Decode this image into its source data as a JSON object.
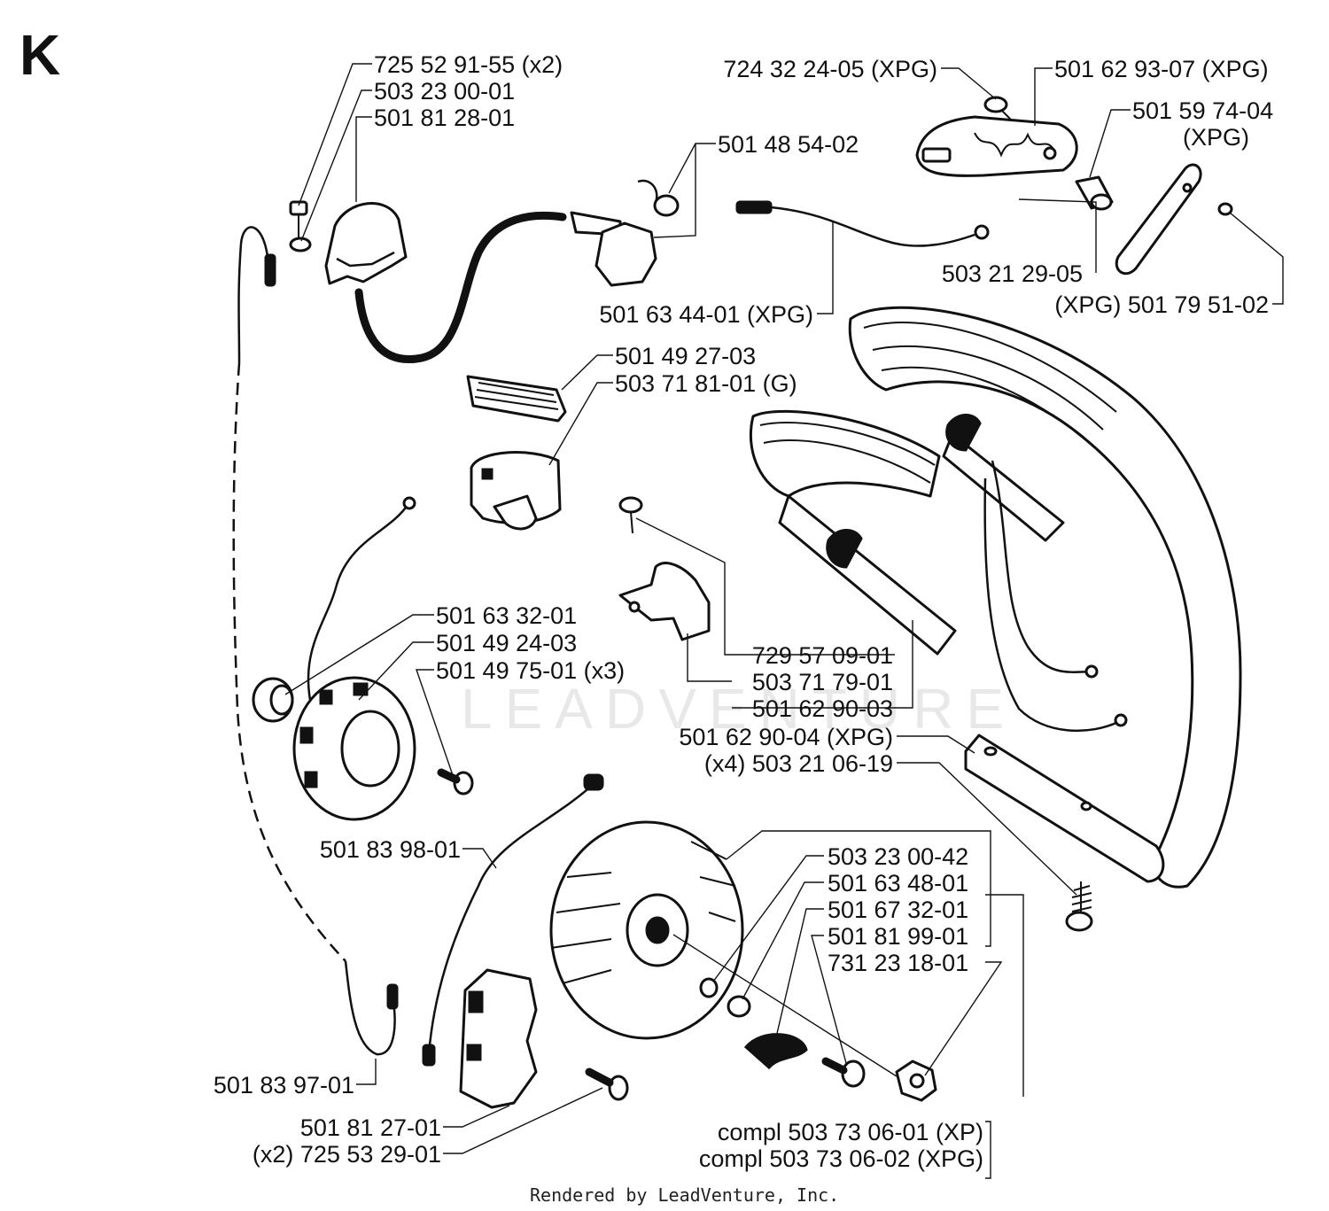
{
  "diagram": {
    "section_letter": "K",
    "watermark": "LEADVENTURE",
    "footer": "Rendered by LeadVenture, Inc.",
    "labels": [
      {
        "id": "l01",
        "text": "725 52 91-55 (x2)"
      },
      {
        "id": "l02",
        "text": "503 23 00-01"
      },
      {
        "id": "l03",
        "text": "501 81 28-01"
      },
      {
        "id": "l04",
        "text": "724 32 24-05 (XPG)"
      },
      {
        "id": "l05",
        "text": "501 62 93-07 (XPG)"
      },
      {
        "id": "l06",
        "text": "501 59 74-04"
      },
      {
        "id": "l07",
        "text": "(XPG)"
      },
      {
        "id": "l08",
        "text": "501 48 54-02"
      },
      {
        "id": "l09",
        "text": "503 21 29-05"
      },
      {
        "id": "l10",
        "text": "(XPG) 501 79 51-02"
      },
      {
        "id": "l11",
        "text": "501 63 44-01 (XPG)"
      },
      {
        "id": "l12",
        "text": "501 49 27-03"
      },
      {
        "id": "l13",
        "text": "503 71 81-01 (G)"
      },
      {
        "id": "l14",
        "text": "501 63 32-01"
      },
      {
        "id": "l15",
        "text": "501 49 24-03"
      },
      {
        "id": "l16",
        "text": "501 49 75-01 (x3)"
      },
      {
        "id": "l17",
        "text": "729 57 09-01"
      },
      {
        "id": "l18",
        "text": "503 71 79-01"
      },
      {
        "id": "l19",
        "text": "501 62 90-03"
      },
      {
        "id": "l20",
        "text": "501 62 90-04 (XPG)"
      },
      {
        "id": "l21",
        "text": "(x4) 503 21 06-19"
      },
      {
        "id": "l22",
        "text": "501 83 98-01"
      },
      {
        "id": "l23",
        "text": "503 23 00-42"
      },
      {
        "id": "l24",
        "text": "501 63 48-01"
      },
      {
        "id": "l25",
        "text": "501 67 32-01"
      },
      {
        "id": "l26",
        "text": "501 81 99-01"
      },
      {
        "id": "l27",
        "text": "731 23 18-01"
      },
      {
        "id": "l28",
        "text": "501 83 97-01"
      },
      {
        "id": "l29",
        "text": "501 81 27-01"
      },
      {
        "id": "l30",
        "text": "(x2) 725 53 29-01"
      },
      {
        "id": "l31",
        "text": "compl 503 73 06-01 (XP)"
      },
      {
        "id": "l32",
        "text": "compl 503 73 06-02 (XPG)"
      }
    ]
  }
}
